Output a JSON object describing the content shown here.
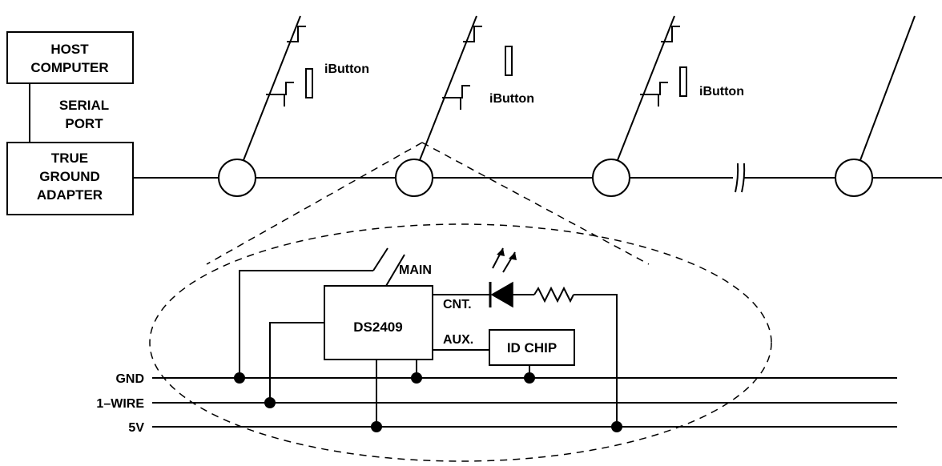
{
  "host_computer": {
    "line1": "HOST",
    "line2": "COMPUTER"
  },
  "serial_port": {
    "line1": "SERIAL",
    "line2": "PORT"
  },
  "adapter": {
    "line1": "TRUE",
    "line2": "GROUND",
    "line3": "ADAPTER"
  },
  "ibutton_label": "iButton",
  "chip": {
    "ds2409": "DS2409",
    "id_chip": "ID CHIP",
    "main": "MAIN",
    "cnt": "CNT.",
    "aux": "AUX."
  },
  "bus": {
    "gnd": "GND",
    "one_wire": "1–WIRE",
    "five_v": "5V"
  }
}
